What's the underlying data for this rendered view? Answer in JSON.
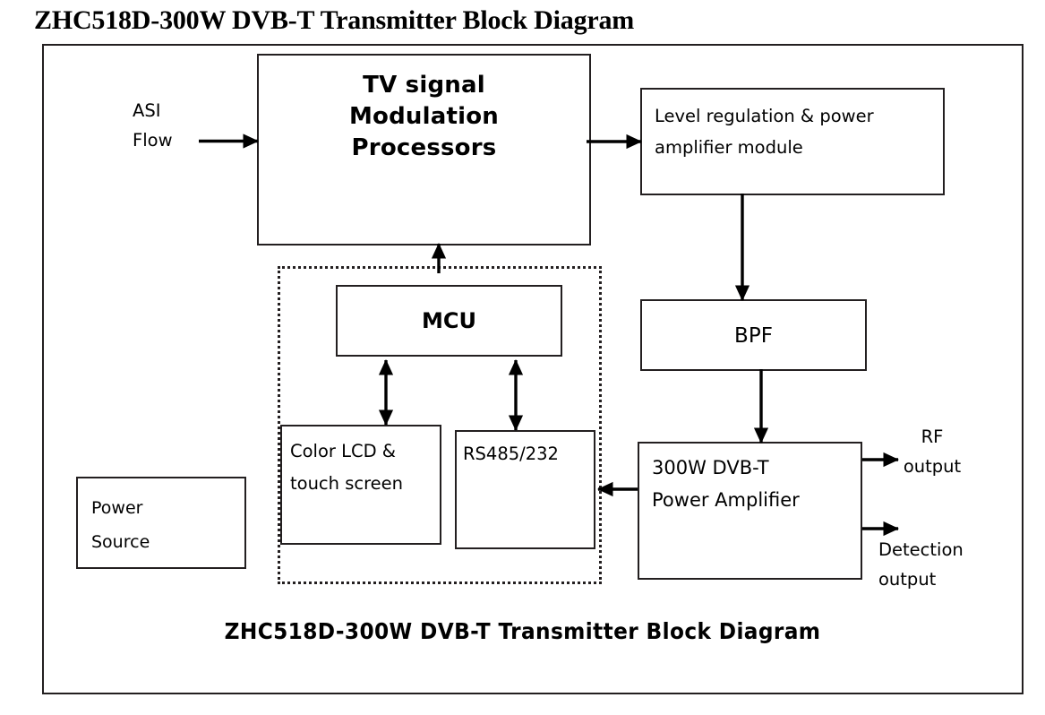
{
  "page": {
    "title": "ZHC518D-300W DVB-T Transmitter Block Diagram",
    "caption": "ZHC518D-300W DVB-T Transmitter Block Diagram"
  },
  "diagram": {
    "type": "block-diagram",
    "frame": {
      "border_color": "#231f20"
    },
    "blocks": [
      {
        "id": "tv-modulation",
        "label": "TV signal Modulation Processors"
      },
      {
        "id": "level-regulation",
        "label": "Level regulation & power amplifier module"
      },
      {
        "id": "bpf",
        "label": "BPF"
      },
      {
        "id": "power-amplifier",
        "label": "300W DVB-T Power Amplifier"
      },
      {
        "id": "mcu",
        "label": "MCU"
      },
      {
        "id": "color-lcd",
        "label": "Color LCD & touch screen"
      },
      {
        "id": "rs485",
        "label": "RS485/232"
      },
      {
        "id": "power-source",
        "label": "Power Source"
      }
    ],
    "labels": {
      "asi_line1": "ASI",
      "asi_line2": "Flow",
      "rf_line1": "RF",
      "rf_line2": "output",
      "detection_line1": "Detection",
      "detection_line2": "output"
    },
    "blocks_text": {
      "tv_modulation_line1": "TV signal",
      "tv_modulation_line2": "Modulation",
      "tv_modulation_line3": "Processors",
      "level_reg_line1": "Level regulation & power",
      "level_reg_line2": "amplifier module",
      "bpf": "BPF",
      "power_amp_line1": "300W DVB-T",
      "power_amp_line2": "Power Amplifier",
      "mcu": "MCU",
      "lcd_line1": "Color LCD &",
      "lcd_line2": "touch screen",
      "rs485": "RS485/232",
      "power_source_line1": "Power",
      "power_source_line2": "Source"
    },
    "connections": [
      {
        "from": "asi-flow",
        "to": "tv-modulation",
        "direction": "right",
        "arrow": "single"
      },
      {
        "from": "tv-modulation",
        "to": "level-regulation",
        "direction": "right",
        "arrow": "single"
      },
      {
        "from": "level-regulation",
        "to": "bpf",
        "direction": "down",
        "arrow": "single"
      },
      {
        "from": "bpf",
        "to": "power-amplifier",
        "direction": "down",
        "arrow": "single"
      },
      {
        "from": "power-amplifier",
        "to": "rs485",
        "direction": "left",
        "arrow": "single"
      },
      {
        "from": "mcu",
        "to": "tv-modulation",
        "direction": "up",
        "arrow": "single"
      },
      {
        "from": "mcu",
        "to": "color-lcd",
        "direction": "vertical",
        "arrow": "double"
      },
      {
        "from": "mcu",
        "to": "rs485",
        "direction": "vertical",
        "arrow": "double"
      },
      {
        "from": "power-amplifier",
        "to": "rf-output",
        "direction": "right",
        "arrow": "single"
      },
      {
        "from": "power-amplifier",
        "to": "detection-output",
        "direction": "right",
        "arrow": "single"
      }
    ]
  }
}
